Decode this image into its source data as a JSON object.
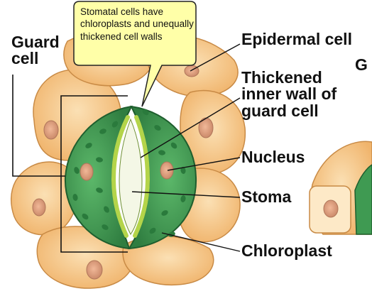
{
  "callout": {
    "text": "Stomatal cells have chloroplasts and unequally thickened cell walls"
  },
  "labels": {
    "guard_cell": {
      "line1": "Guard",
      "line2": "cell"
    },
    "epidermal_cell": "Epidermal cell",
    "partial_g": "G",
    "thickened_wall": {
      "line1": "Thickened",
      "line2": "inner wall of",
      "line3": "guard cell"
    },
    "nucleus": "Nucleus",
    "stoma": "Stoma",
    "chloroplast": "Chloroplast"
  },
  "colors": {
    "epidermal_fill": "#f6c98b",
    "epidermal_stroke": "#c88a45",
    "guard_fill": "#3f9a52",
    "guard_stroke": "#1f5e2e",
    "chloroplast": "#2a7a3c",
    "nucleus": "#d89a7a",
    "inner_wall": "#b4d44a",
    "callout_fill": "#ffffa8"
  }
}
